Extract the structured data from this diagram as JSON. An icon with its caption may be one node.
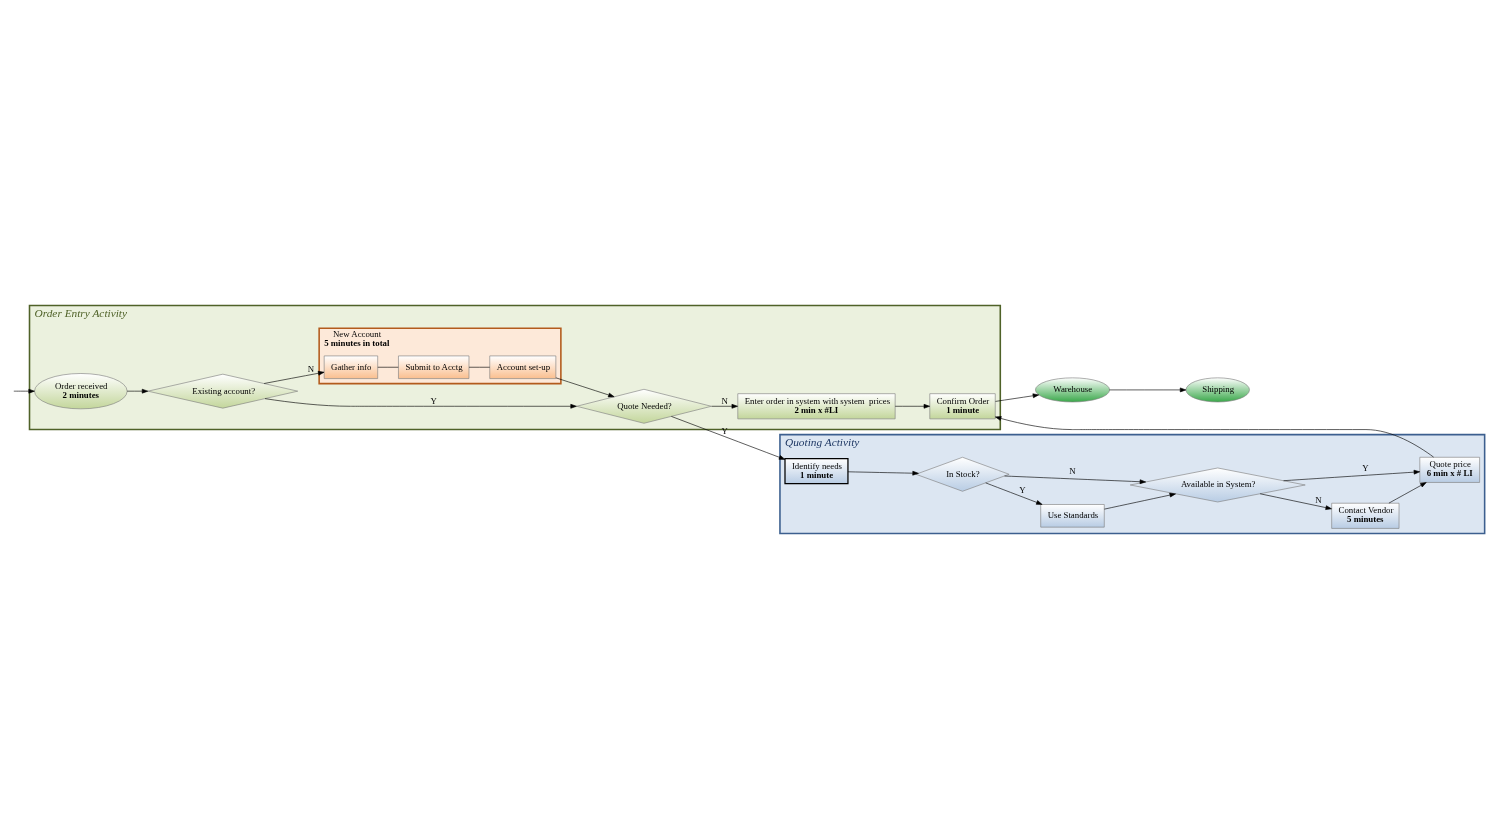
{
  "diagram": {
    "nodes": [
      {
        "text": [
          "Quoting Activity"
        ]
      },
      {
        "text": [
          "Identify needs",
          "1 minute"
        ],
        "in": 0
      },
      {
        "text": [
          "In Stock?"
        ],
        "in": 0
      },
      {
        "text": [
          "Use Standards"
        ],
        "in": 0
      },
      {
        "text": [
          "Available in System?"
        ],
        "in": 0
      },
      {
        "text": [
          "Contact Vendor",
          "5 minutes"
        ],
        "in": 0
      },
      {
        "text": [
          "Quote price",
          "6 min x # LI"
        ],
        "in": 0
      },
      {
        "text": [
          "Order Entry Activity"
        ]
      },
      {
        "text": [
          "Order received",
          "2 minutes"
        ],
        "in": 7
      },
      {
        "text": [
          "Existing account?"
        ],
        "in": 7
      },
      {
        "text": [
          "Quote Needed?"
        ],
        "in": 7
      },
      {
        "text": [
          "Enter order in system with system  prices",
          "2 min x #LI"
        ],
        "in": 7
      },
      {
        "text": [
          "Confirm Order",
          "1 minute"
        ],
        "in": 7
      },
      {
        "text": [
          "New Account",
          "5 minutes in total"
        ],
        "in": 7
      },
      {
        "text": [
          "Gather info"
        ],
        "in": 13
      },
      {
        "text": [
          "Submit to Acctg"
        ],
        "in": 13
      },
      {
        "text": [
          "Account set-up"
        ],
        "in": 13
      },
      {
        "text": [
          "Warehouse"
        ]
      },
      {
        "text": [
          "Shipping"
        ]
      }
    ],
    "edges": [
      {
        "from": null,
        "to": 8,
        "arrow": "to"
      },
      {
        "from": 8,
        "to": 9,
        "arrow": "to"
      },
      {
        "from": 9,
        "to": 10,
        "arrow": "to",
        "label": "Y"
      },
      {
        "from": 9,
        "to": 14,
        "arrow": "to",
        "label": "N"
      },
      {
        "from": 10,
        "to": 1,
        "arrow": "to",
        "label": "Y"
      },
      {
        "from": 10,
        "to": 11,
        "arrow": "to",
        "label": "N"
      },
      {
        "from": 1,
        "to": 2,
        "arrow": "to"
      },
      {
        "from": 2,
        "to": 3,
        "arrow": "to",
        "label": "Y"
      },
      {
        "from": 2,
        "to": 4,
        "arrow": "to",
        "label": "N"
      },
      {
        "from": 3,
        "to": 4,
        "arrow": "to"
      },
      {
        "from": 4,
        "to": 5,
        "arrow": "to",
        "label": "N"
      },
      {
        "from": 4,
        "to": 6,
        "arrow": "to",
        "label": "Y"
      },
      {
        "from": 5,
        "to": 6,
        "arrow": "to"
      },
      {
        "from": 6,
        "to": 12,
        "arrow": "to"
      },
      {
        "from": 11,
        "to": 12,
        "arrow": "to"
      },
      {
        "from": 12,
        "to": 17,
        "arrow": "to"
      },
      {
        "from": 17,
        "to": 18,
        "arrow": "to"
      },
      {
        "from": 14,
        "to": 15,
        "arrow": "none"
      },
      {
        "from": 15,
        "to": 16,
        "arrow": "none"
      },
      {
        "from": 16,
        "to": 10,
        "arrow": "to"
      }
    ]
  }
}
